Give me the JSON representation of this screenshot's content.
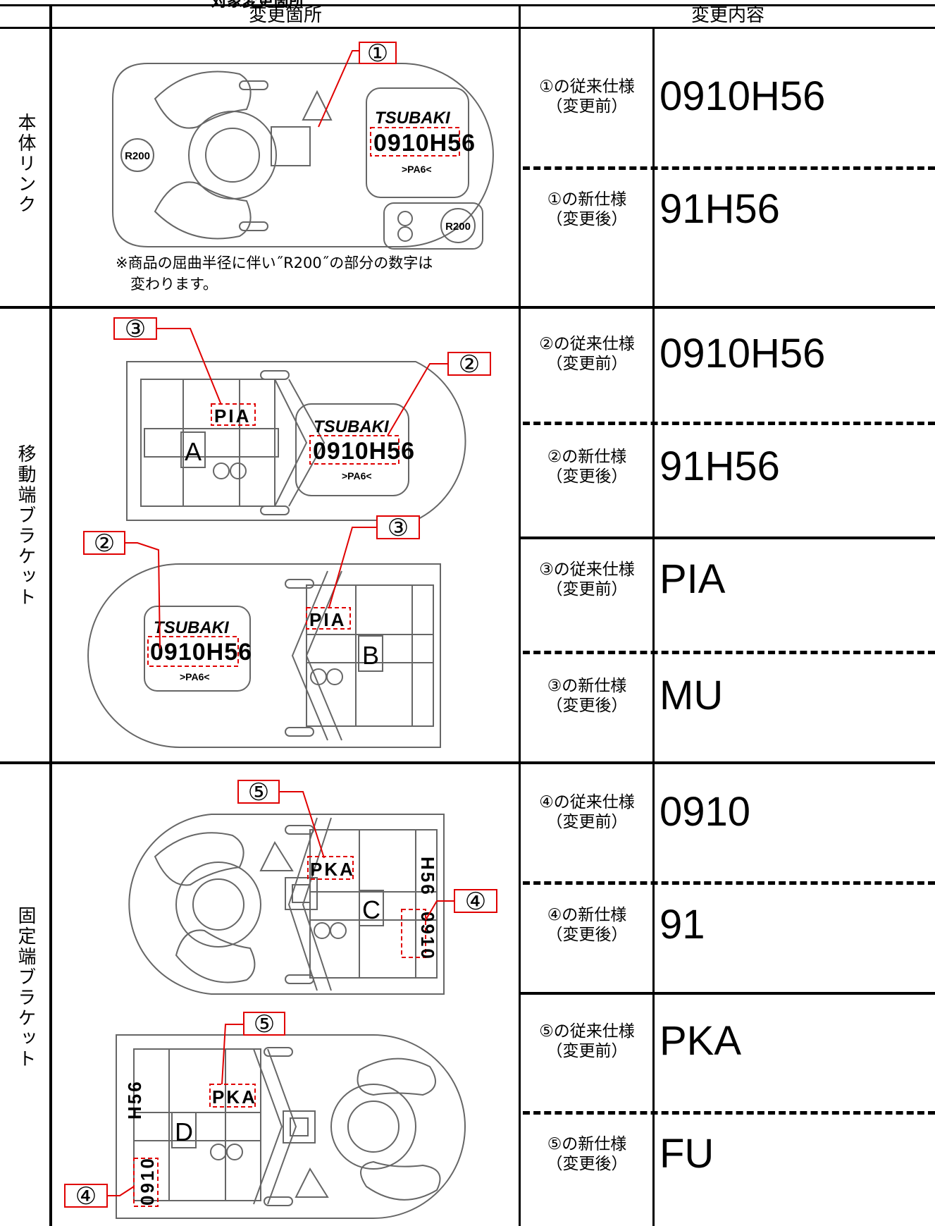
{
  "top_caption": "対象変更箇所",
  "header": {
    "left": "変更箇所",
    "right": "変更内容"
  },
  "sections": [
    {
      "title": "本体リンク",
      "note": "※商品の屈曲半径に伴い˝R200˝の部分の数字は\n　変わります。"
    },
    {
      "title": "移動端ブラケット"
    },
    {
      "title": "固定端ブラケット"
    }
  ],
  "changes": [
    {
      "label_line1": "①の従来仕様",
      "label_line2": "（変更前）",
      "value": "0910H56"
    },
    {
      "label_line1": "①の新仕様",
      "label_line2": "（変更後）",
      "value": "91H56"
    },
    {
      "label_line1": "②の従来仕様",
      "label_line2": "（変更前）",
      "value": "0910H56"
    },
    {
      "label_line1": "②の新仕様",
      "label_line2": "（変更後）",
      "value": "91H56"
    },
    {
      "label_line1": "③の従来仕様",
      "label_line2": "（変更前）",
      "value": "PIA"
    },
    {
      "label_line1": "③の新仕様",
      "label_line2": "（変更後）",
      "value": "MU"
    },
    {
      "label_line1": "④の従来仕様",
      "label_line2": "（変更前）",
      "value": "0910"
    },
    {
      "label_line1": "④の新仕様",
      "label_line2": "（変更後）",
      "value": "91"
    },
    {
      "label_line1": "⑤の従来仕様",
      "label_line2": "（変更前）",
      "value": "PKA"
    },
    {
      "label_line1": "⑤の新仕様",
      "label_line2": "（変更後）",
      "value": "FU"
    }
  ],
  "drawings": {
    "marks": {
      "m1": "①",
      "m2": "②",
      "m3": "③",
      "m4": "④",
      "m5": "⑤"
    },
    "logo": "TSUBAKI",
    "code": "0910H56",
    "material": ">PA6<",
    "radius": "R200",
    "pia": "PIA",
    "pka": "PKA",
    "h56": "H56",
    "code_short": "0910",
    "letter_a": "A",
    "letter_b": "B",
    "letter_c": "C",
    "letter_d": "D"
  }
}
